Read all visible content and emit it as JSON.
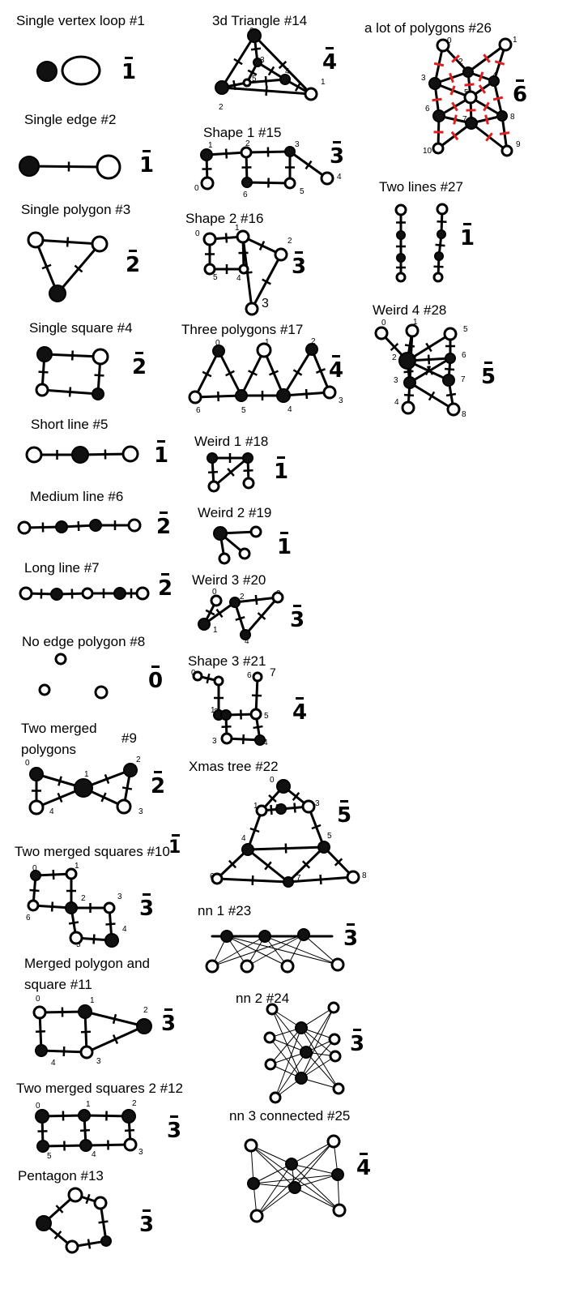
{
  "titles": {
    "t1": "Single vertex loop #1",
    "t2": "Single edge #2",
    "t3": "Single polygon #3",
    "t4": "Single square #4",
    "t5": "Short line #5",
    "t6": "Medium line #6",
    "t7": "Long line #7",
    "t8": "No edge polygon #8",
    "t9": "Two merged polygons",
    "t9n": "#9",
    "t10": "Two merged squares #10",
    "t11": "Merged polygon and square #11",
    "t12": "Two merged squares 2 #12",
    "t13": "Pentagon #13",
    "t14": "3d Triangle #14",
    "t15": "Shape 1 #15",
    "t16": "Shape 2 #16",
    "t17": "Three polygons  #17",
    "t18": "Weird 1 #18",
    "t19": "Weird 2 #19",
    "t20": "Weird 3 #20",
    "t21": "Shape 3 #21",
    "t22": "Xmas tree #22",
    "t23": "nn 1 #23",
    "t24": "nn 2 #24",
    "t25": "nn 3 connected #25",
    "t26": "a lot of polygons   #26",
    "t27": "Two lines #27",
    "t28": "Weird 4 #28"
  },
  "answers": {
    "a1": "1",
    "a2": "1",
    "a3": "2",
    "a4": "2",
    "a5": "1",
    "a6": "2",
    "a7": "2",
    "a8": "0",
    "a9": "2",
    "a10": "3",
    "a11": "3",
    "a12": "3",
    "a13": "3",
    "a14": "4",
    "a15": "3",
    "a16": "3",
    "a17": "4",
    "a18": "1",
    "a19": "1",
    "a20": "3",
    "a21": "4",
    "a22": "5",
    "a23": "3",
    "a24": "3",
    "a25": "4",
    "a26": "6",
    "a27": "1",
    "a28": "5",
    "a10extra": "1"
  },
  "labels": {
    "l14": [
      "0",
      "1",
      "2",
      "3",
      "4",
      "5"
    ],
    "l15": [
      "1",
      "2",
      "3",
      "4",
      "5",
      "6",
      "0"
    ],
    "l16": [
      "0",
      "1",
      "2",
      "3",
      "4",
      "5"
    ],
    "l17": [
      "0",
      "1",
      "2",
      "3",
      "4",
      "5",
      "6"
    ],
    "l20": [
      "0",
      "1",
      "2",
      "3",
      "4"
    ],
    "l21": [
      "0",
      "1",
      "2",
      "3",
      "4",
      "5",
      "6",
      "7"
    ],
    "l22": [
      "0",
      "1",
      "2",
      "3",
      "4",
      "5",
      "6",
      "7",
      "8"
    ],
    "l26": [
      "0",
      "1",
      "2",
      "3",
      "4",
      "5",
      "6",
      "7",
      "8",
      "9",
      "10"
    ],
    "l28": [
      "0",
      "1",
      "2",
      "3",
      "4",
      "5",
      "6",
      "7",
      "8"
    ],
    "l9": [
      "0",
      "1",
      "2",
      "3",
      "4"
    ],
    "l10": [
      "0",
      "1",
      "2",
      "3",
      "4",
      "5",
      "6"
    ],
    "l11": [
      "0",
      "1",
      "2",
      "3",
      "4"
    ],
    "l12": [
      "0",
      "1",
      "2",
      "3",
      "4",
      "5"
    ]
  }
}
